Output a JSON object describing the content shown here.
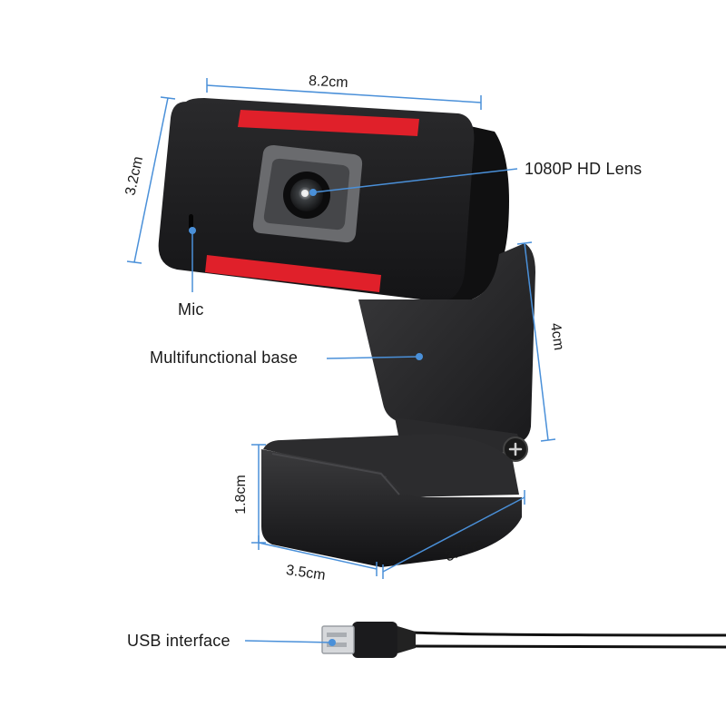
{
  "labels": {
    "lens": "1080P HD Lens",
    "mic": "Mic",
    "base": "Multifunctional base",
    "usb": "USB interface"
  },
  "dimensions": {
    "width": "8.2cm",
    "height": "3.2cm",
    "base_height": "4cm",
    "foot_height": "1.8cm",
    "foot_width": "3.5cm",
    "foot_depth": "3.7cm"
  },
  "colors": {
    "accent_red": "#e0202a",
    "body": "#1c1c1e",
    "dimension_line": "#4a90d9"
  }
}
